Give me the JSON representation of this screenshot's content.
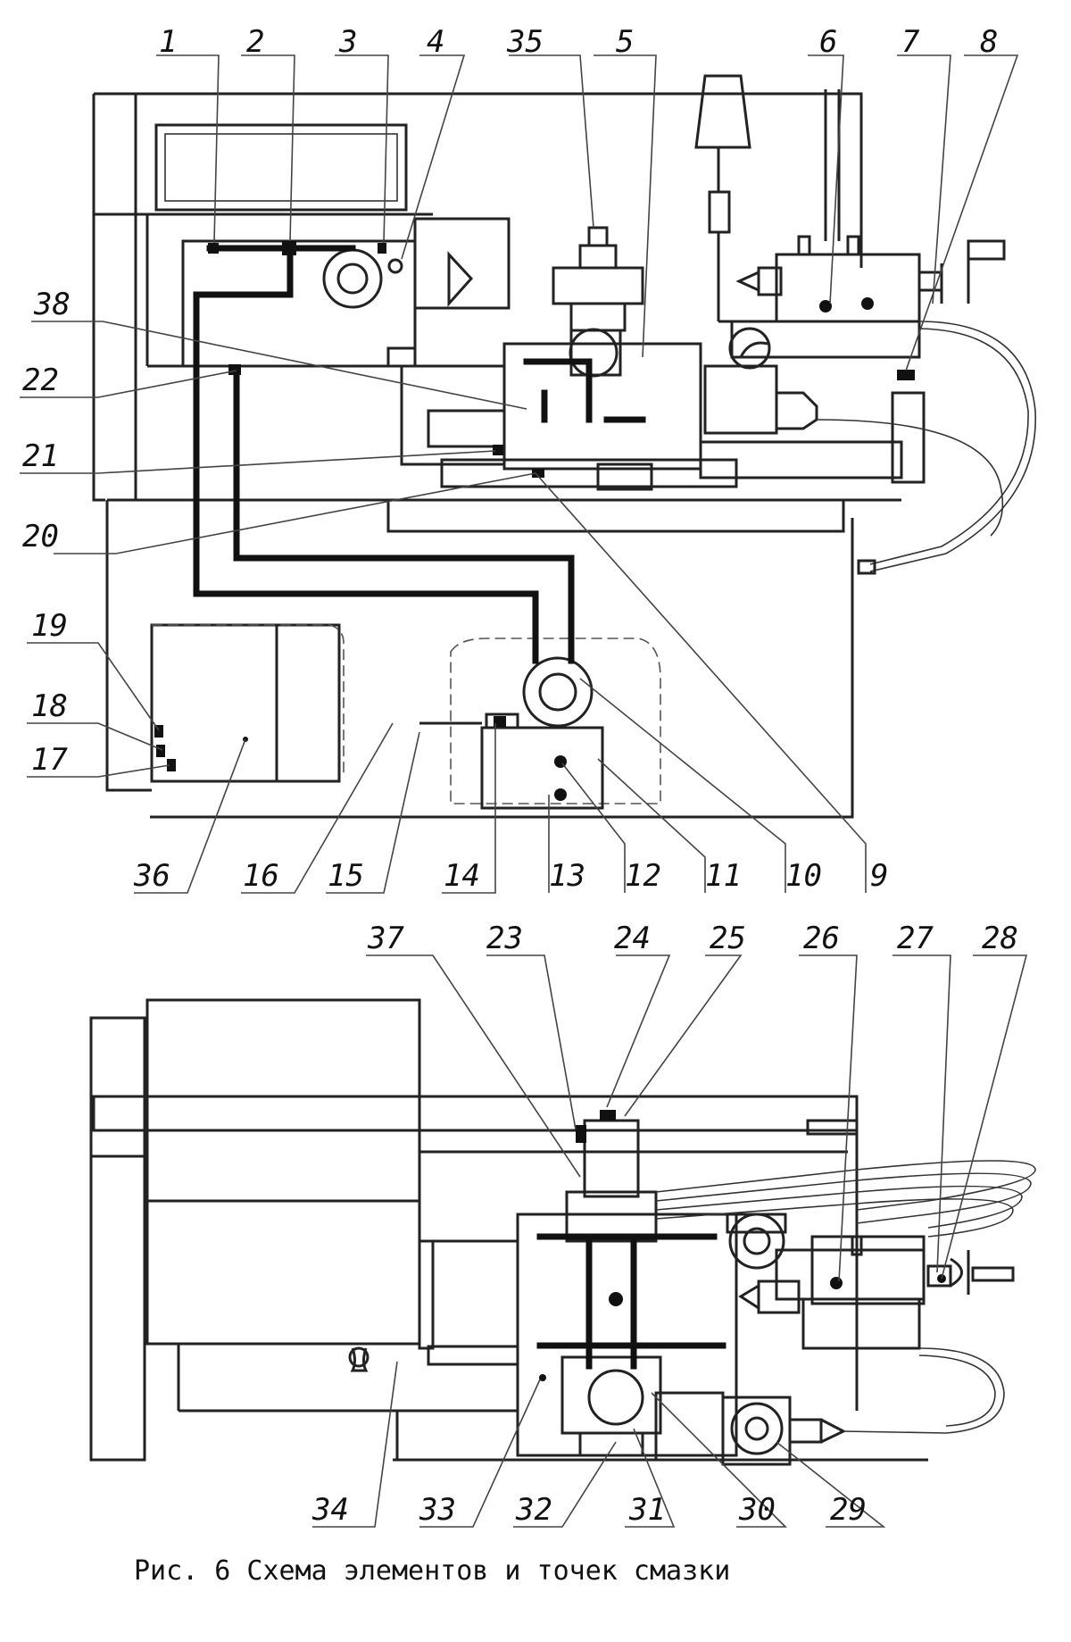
{
  "caption": "Рис. 6  Схема элементов и точек смазки",
  "labels_top": [
    {
      "id": "1",
      "text": "1"
    },
    {
      "id": "2",
      "text": "2"
    },
    {
      "id": "3",
      "text": "3"
    },
    {
      "id": "4",
      "text": "4"
    },
    {
      "id": "35",
      "text": "35"
    },
    {
      "id": "5",
      "text": "5"
    },
    {
      "id": "6",
      "text": "6"
    },
    {
      "id": "7",
      "text": "7"
    },
    {
      "id": "8",
      "text": "8"
    }
  ],
  "labels_left": [
    {
      "id": "38",
      "text": "38"
    },
    {
      "id": "22",
      "text": "22"
    },
    {
      "id": "21",
      "text": "21"
    },
    {
      "id": "20",
      "text": "20"
    },
    {
      "id": "19",
      "text": "19"
    },
    {
      "id": "18",
      "text": "18"
    },
    {
      "id": "17",
      "text": "17"
    }
  ],
  "labels_bottom_top_view": [
    {
      "id": "36",
      "text": "36"
    },
    {
      "id": "16",
      "text": "16"
    },
    {
      "id": "15",
      "text": "15"
    },
    {
      "id": "14",
      "text": "14"
    },
    {
      "id": "13",
      "text": "13"
    },
    {
      "id": "12",
      "text": "12"
    },
    {
      "id": "11",
      "text": "11"
    },
    {
      "id": "10",
      "text": "10"
    },
    {
      "id": "9",
      "text": "9"
    }
  ],
  "labels_top_plan_view": [
    {
      "id": "37",
      "text": "37"
    },
    {
      "id": "23",
      "text": "23"
    },
    {
      "id": "24",
      "text": "24"
    },
    {
      "id": "25",
      "text": "25"
    },
    {
      "id": "26",
      "text": "26"
    },
    {
      "id": "27",
      "text": "27"
    },
    {
      "id": "28",
      "text": "28"
    }
  ],
  "labels_bottom_plan_view": [
    {
      "id": "34",
      "text": "34"
    },
    {
      "id": "33",
      "text": "33"
    },
    {
      "id": "32",
      "text": "32"
    },
    {
      "id": "31",
      "text": "31"
    },
    {
      "id": "30",
      "text": "30"
    },
    {
      "id": "29",
      "text": "29"
    }
  ]
}
